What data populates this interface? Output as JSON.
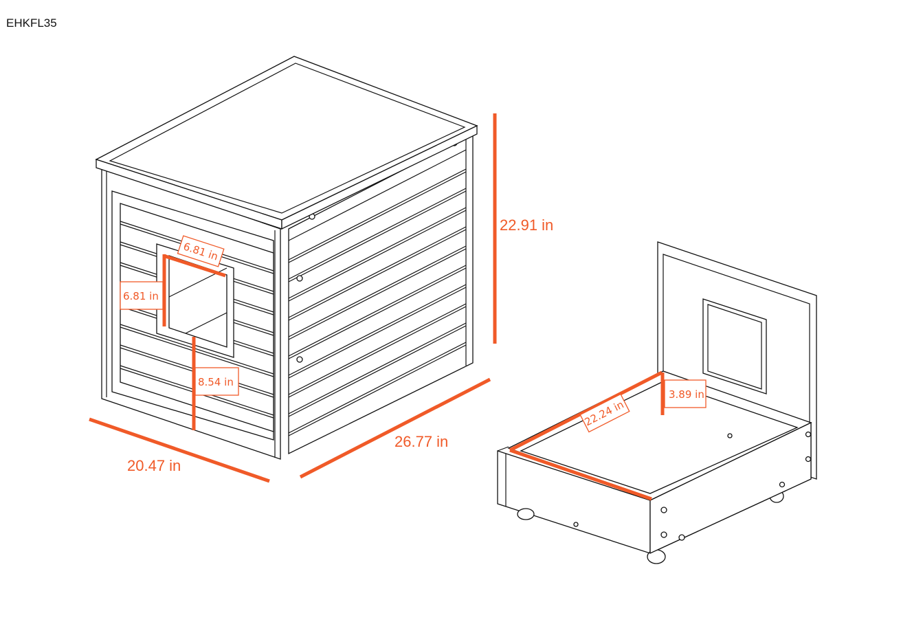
{
  "model": "EHKFL35",
  "dimensions": {
    "height": "22.91 in",
    "width": "20.47 in",
    "depth": "26.77 in",
    "door_width": "6.81 in",
    "door_height": "6.81 in",
    "door_sill_height": "8.54 in",
    "tray_length": "22.24 in",
    "tray_height": "3.89 in"
  },
  "colors": {
    "accent": "#f05a28",
    "line": "#111111"
  }
}
